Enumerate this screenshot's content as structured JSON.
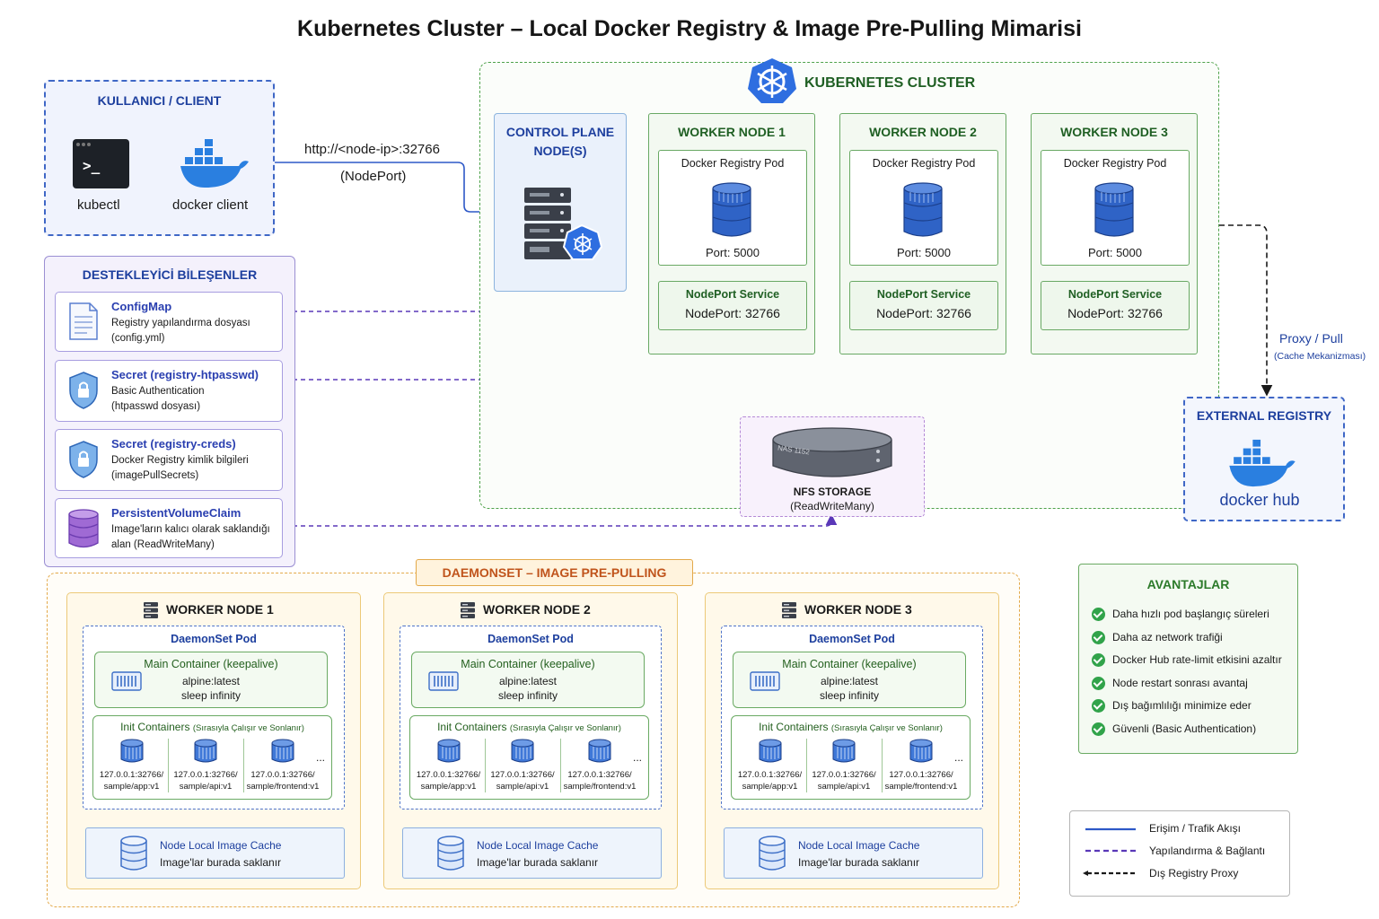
{
  "title": "Kubernetes Cluster – Local Docker Registry & Image Pre-Pulling Mimarisi",
  "client": {
    "header": "KULLANICI / CLIENT",
    "kubectl": "kubectl",
    "docker_client": "docker client",
    "endpoint": "http://<node-ip>:32766",
    "endpoint_note": "(NodePort)"
  },
  "support": {
    "header": "DESTEKLEYİCİ BİLEŞENLER",
    "items": [
      {
        "title": "ConfigMap",
        "line1": "Registry yapılandırma dosyası",
        "line2": "(config.yml)"
      },
      {
        "title": "Secret (registry-htpasswd)",
        "line1": "Basic Authentication",
        "line2": "(htpasswd dosyası)"
      },
      {
        "title": "Secret (registry-creds)",
        "line1": "Docker Registry kimlik bilgileri",
        "line2": "(imagePullSecrets)"
      },
      {
        "title": "PersistentVolumeClaim",
        "line1": "Image'ların kalıcı olarak saklandığı",
        "line2": "alan (ReadWriteMany)"
      }
    ]
  },
  "cluster": {
    "header": "KUBERNETES CLUSTER",
    "control_plane": {
      "line1": "CONTROL PLANE",
      "line2": "NODE(S)"
    },
    "nodes": [
      {
        "name": "WORKER NODE 1",
        "pod": "Docker Registry Pod",
        "port": "Port: 5000",
        "svc": "NodePort Service",
        "nodeport": "NodePort: 32766"
      },
      {
        "name": "WORKER NODE 2",
        "pod": "Docker Registry Pod",
        "port": "Port: 5000",
        "svc": "NodePort Service",
        "nodeport": "NodePort: 32766"
      },
      {
        "name": "WORKER NODE 3",
        "pod": "Docker Registry Pod",
        "port": "Port: 5000",
        "svc": "NodePort Service",
        "nodeport": "NodePort: 32766"
      }
    ],
    "nfs": {
      "label": "NFS STORAGE",
      "sub": "(ReadWriteMany)",
      "disk_text": "NAS 1152"
    }
  },
  "external": {
    "header": "EXTERNAL REGISTRY",
    "logo": "docker hub",
    "proxy": "Proxy / Pull",
    "proxy_sub": "(Cache Mekanizması)"
  },
  "daemonset": {
    "header": "DAEMONSET – IMAGE PRE-PULLING",
    "nodes": [
      {
        "name": "WORKER NODE 1",
        "pod": "DaemonSet Pod",
        "main_title": "Main Container (keepalive)",
        "main_l1": "alpine:latest",
        "main_l2": "sleep infinity",
        "init_title": "Init Containers",
        "init_note": "(Sırasıyla Çalışır ve Sonlanır)",
        "inits": [
          [
            "127.0.0.1:32766/",
            "sample/app:v1"
          ],
          [
            "127.0.0.1:32766/",
            "sample/api:v1"
          ],
          [
            "127.0.0.1:32766/",
            "sample/frontend:v1"
          ]
        ],
        "ellipsis": "...",
        "cache_title": "Node Local Image Cache",
        "cache_sub": "Image'lar burada saklanır"
      },
      {
        "name": "WORKER NODE 2",
        "pod": "DaemonSet Pod",
        "main_title": "Main Container (keepalive)",
        "main_l1": "alpine:latest",
        "main_l2": "sleep infinity",
        "init_title": "Init Containers",
        "init_note": "(Sırasıyla Çalışır ve Sonlanır)",
        "inits": [
          [
            "127.0.0.1:32766/",
            "sample/app:v1"
          ],
          [
            "127.0.0.1:32766/",
            "sample/api:v1"
          ],
          [
            "127.0.0.1:32766/",
            "sample/frontend:v1"
          ]
        ],
        "ellipsis": "...",
        "cache_title": "Node Local Image Cache",
        "cache_sub": "Image'lar burada saklanır"
      },
      {
        "name": "WORKER NODE 3",
        "pod": "DaemonSet Pod",
        "main_title": "Main Container (keepalive)",
        "main_l1": "alpine:latest",
        "main_l2": "sleep infinity",
        "init_title": "Init Containers",
        "init_note": "(Sırasıyla Çalışır ve Sonlanır)",
        "inits": [
          [
            "127.0.0.1:32766/",
            "sample/app:v1"
          ],
          [
            "127.0.0.1:32766/",
            "sample/api:v1"
          ],
          [
            "127.0.0.1:32766/",
            "sample/frontend:v1"
          ]
        ],
        "ellipsis": "...",
        "cache_title": "Node Local Image Cache",
        "cache_sub": "Image'lar burada saklanır"
      }
    ]
  },
  "advantages": {
    "header": "AVANTAJLAR",
    "items": [
      "Daha hızlı pod başlangıç süreleri",
      "Daha az network trafiği",
      "Docker Hub rate-limit etkisini azaltır",
      "Node restart sonrası avantaj",
      "Dış bağımlılığı minimize eder",
      "Güvenli (Basic Authentication)"
    ]
  },
  "legend": {
    "items": [
      {
        "label": "Erişim / Trafik Akışı",
        "color": "#2d58c7"
      },
      {
        "label": "Yapılandırma & Bağlantı",
        "color": "#5a38b8"
      },
      {
        "label": "Dış Registry Proxy",
        "color": "#1a1a1a"
      }
    ]
  },
  "colors": {
    "blue_flow": "#2d58c7",
    "purple": "#5a38b8",
    "green_border": "#69a964",
    "orange_border": "#e3a94a"
  }
}
